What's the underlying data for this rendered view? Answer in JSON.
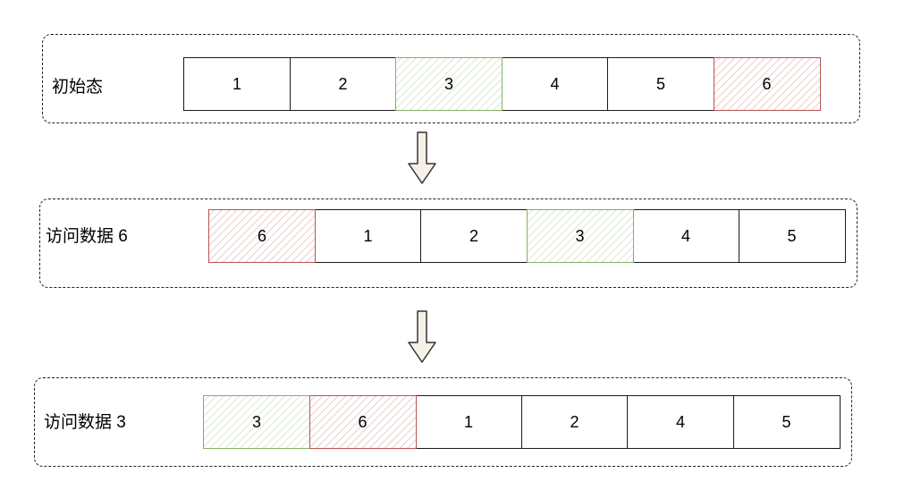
{
  "diagram": {
    "panels": [
      {
        "label": "初始态",
        "cells": [
          {
            "text": "1",
            "style": "plain"
          },
          {
            "text": "2",
            "style": "plain"
          },
          {
            "text": "3",
            "style": "green"
          },
          {
            "text": "4",
            "style": "plain"
          },
          {
            "text": "5",
            "style": "plain"
          },
          {
            "text": "6",
            "style": "red"
          }
        ]
      },
      {
        "label": "访问数据 6",
        "cells": [
          {
            "text": "6",
            "style": "red"
          },
          {
            "text": "1",
            "style": "plain"
          },
          {
            "text": "2",
            "style": "plain"
          },
          {
            "text": "3",
            "style": "green"
          },
          {
            "text": "4",
            "style": "plain"
          },
          {
            "text": "5",
            "style": "plain"
          }
        ]
      },
      {
        "label": "访问数据 3",
        "cells": [
          {
            "text": "3",
            "style": "green"
          },
          {
            "text": "6",
            "style": "red"
          },
          {
            "text": "1",
            "style": "plain"
          },
          {
            "text": "2",
            "style": "plain"
          },
          {
            "text": "4",
            "style": "plain"
          },
          {
            "text": "5",
            "style": "plain"
          }
        ]
      }
    ],
    "arrow_icon": "down-arrow-icon",
    "colors": {
      "green_border": "#82b366",
      "red_border": "#b85450",
      "arrow_fill": "#f7f0e6"
    }
  }
}
